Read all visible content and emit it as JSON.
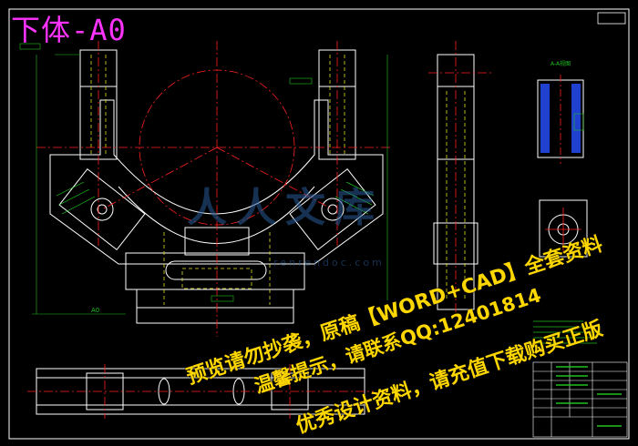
{
  "drawing": {
    "title": "下体-A0",
    "dimension_label": "A0",
    "section_label": "A-A视图"
  },
  "watermark": {
    "line1": "预览请勿抄袭，原稿【WORD+CAD】全套资料",
    "line2": "温馨提示，请联系QQ:12401814",
    "line3": "优秀设计资料，请充值下载购买正版"
  },
  "logo": {
    "text": "人人文库",
    "sub": "renrendoc.com"
  },
  "colors": {
    "background": "#000000",
    "outline": "#ffffff",
    "centerline": "#ff2020",
    "hidden": "#e0e020",
    "hatch": "#20e020",
    "dimension": "#20c020",
    "title": "#ff33ff",
    "watermark": "#ffd700"
  }
}
